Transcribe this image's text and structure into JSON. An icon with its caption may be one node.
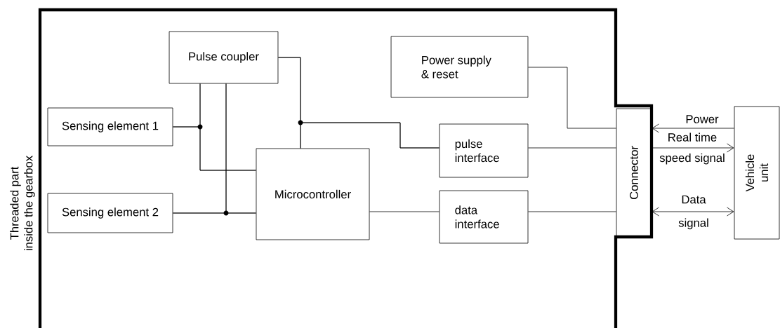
{
  "diagram": {
    "nodes": [
      {
        "text": [
          "Threaded part inside the gearbox"
        ]
      },
      {
        "text": [
          "Pulse coupler"
        ],
        "in": 0
      },
      {
        "text": [
          "Power supply & reset"
        ],
        "in": 0
      },
      {
        "text": [
          "Sensing element 1"
        ],
        "in": 0
      },
      {
        "text": [
          "Microcontroller"
        ],
        "in": 0
      },
      {
        "text": [
          "pulse interface"
        ],
        "in": 0
      },
      {
        "text": [
          "Sensing element 2"
        ],
        "in": 0
      },
      {
        "text": [
          "data interface"
        ],
        "in": 0
      },
      {
        "text": [
          "Connector"
        ],
        "in": 0
      },
      {
        "text": [
          "Vehicle unit"
        ]
      }
    ],
    "edges": [
      {
        "from": 3,
        "to": 1,
        "arrow": "none"
      },
      {
        "from": 3,
        "to": 4,
        "arrow": "none"
      },
      {
        "from": 1,
        "to": 4,
        "arrow": "none"
      },
      {
        "from": 6,
        "to": 1,
        "arrow": "none"
      },
      {
        "from": 6,
        "to": 4,
        "arrow": "none"
      },
      {
        "from": 1,
        "to": 4,
        "arrow": "none"
      },
      {
        "from": 1,
        "to": 4,
        "arrow": "none"
      },
      {
        "from": 1,
        "to": 5,
        "arrow": "none"
      },
      {
        "from": 4,
        "to": 5,
        "arrow": "none"
      },
      {
        "from": 4,
        "to": 7,
        "arrow": "none"
      },
      {
        "from": 2,
        "to": 8,
        "arrow": "none"
      },
      {
        "from": 5,
        "to": 8,
        "arrow": "none"
      },
      {
        "from": 7,
        "to": 8,
        "arrow": "none"
      },
      {
        "from": 9,
        "to": 8,
        "arrow": "to",
        "label": "Power"
      },
      {
        "from": 8,
        "to": 9,
        "arrow": "to",
        "label": "Real time speed signal"
      },
      {
        "from": 8,
        "to": 9,
        "arrow": "both",
        "label": "Data signal"
      }
    ]
  }
}
